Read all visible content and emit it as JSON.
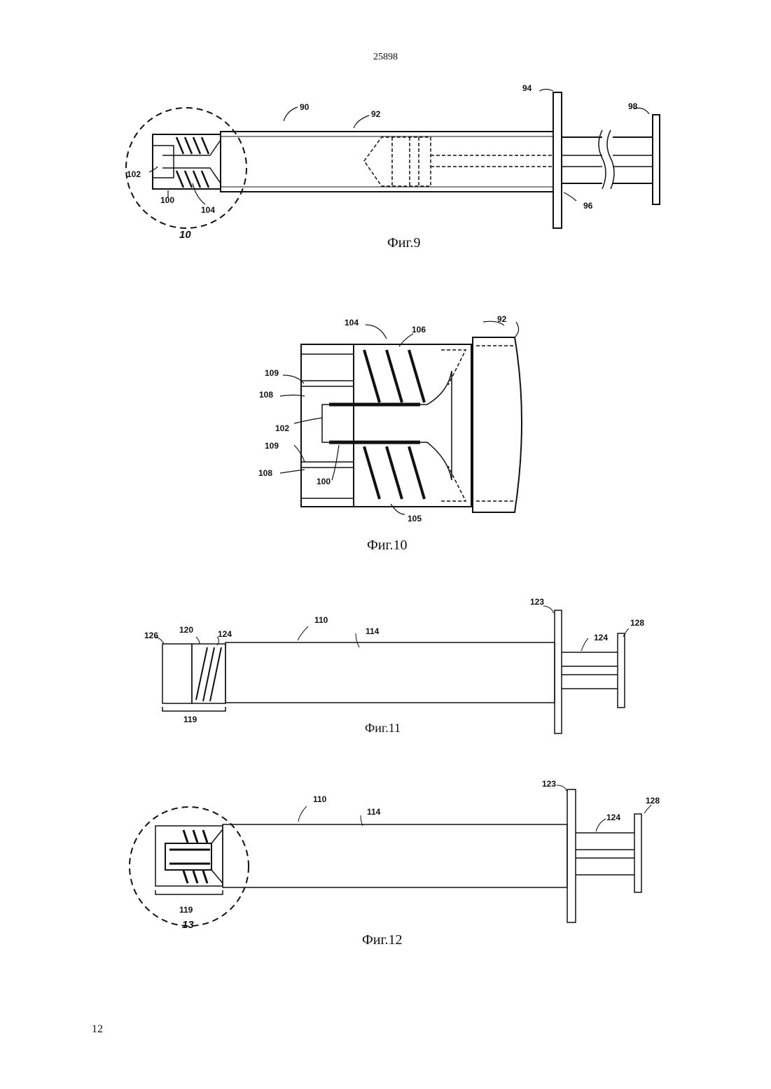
{
  "page": {
    "number_top": "25898",
    "number_bottom": "12"
  },
  "fig9": {
    "caption": "Фиг.9",
    "labels": {
      "l90": "90",
      "l92": "92",
      "l94": "94",
      "l96": "96",
      "l98": "98",
      "l100": "100",
      "l102": "102",
      "l104": "104",
      "l10": "10"
    }
  },
  "fig10": {
    "caption": "Фиг.10",
    "labels": {
      "l104": "104",
      "l106": "106",
      "l92": "92",
      "l109a": "109",
      "l108a": "108",
      "l102": "102",
      "l109b": "109",
      "l108b": "108",
      "l100": "100",
      "l105": "105"
    }
  },
  "fig11": {
    "caption": "Фиг.11",
    "labels": {
      "l126": "126",
      "l120": "120",
      "l124a": "124",
      "l110": "110",
      "l114": "114",
      "l123": "123",
      "l124b": "124",
      "l128": "128",
      "l119": "119"
    }
  },
  "fig12": {
    "caption": "Фиг.12",
    "labels": {
      "l110": "110",
      "l114": "114",
      "l123": "123",
      "l124": "124",
      "l128": "128",
      "l119": "119",
      "l13": "13"
    }
  }
}
